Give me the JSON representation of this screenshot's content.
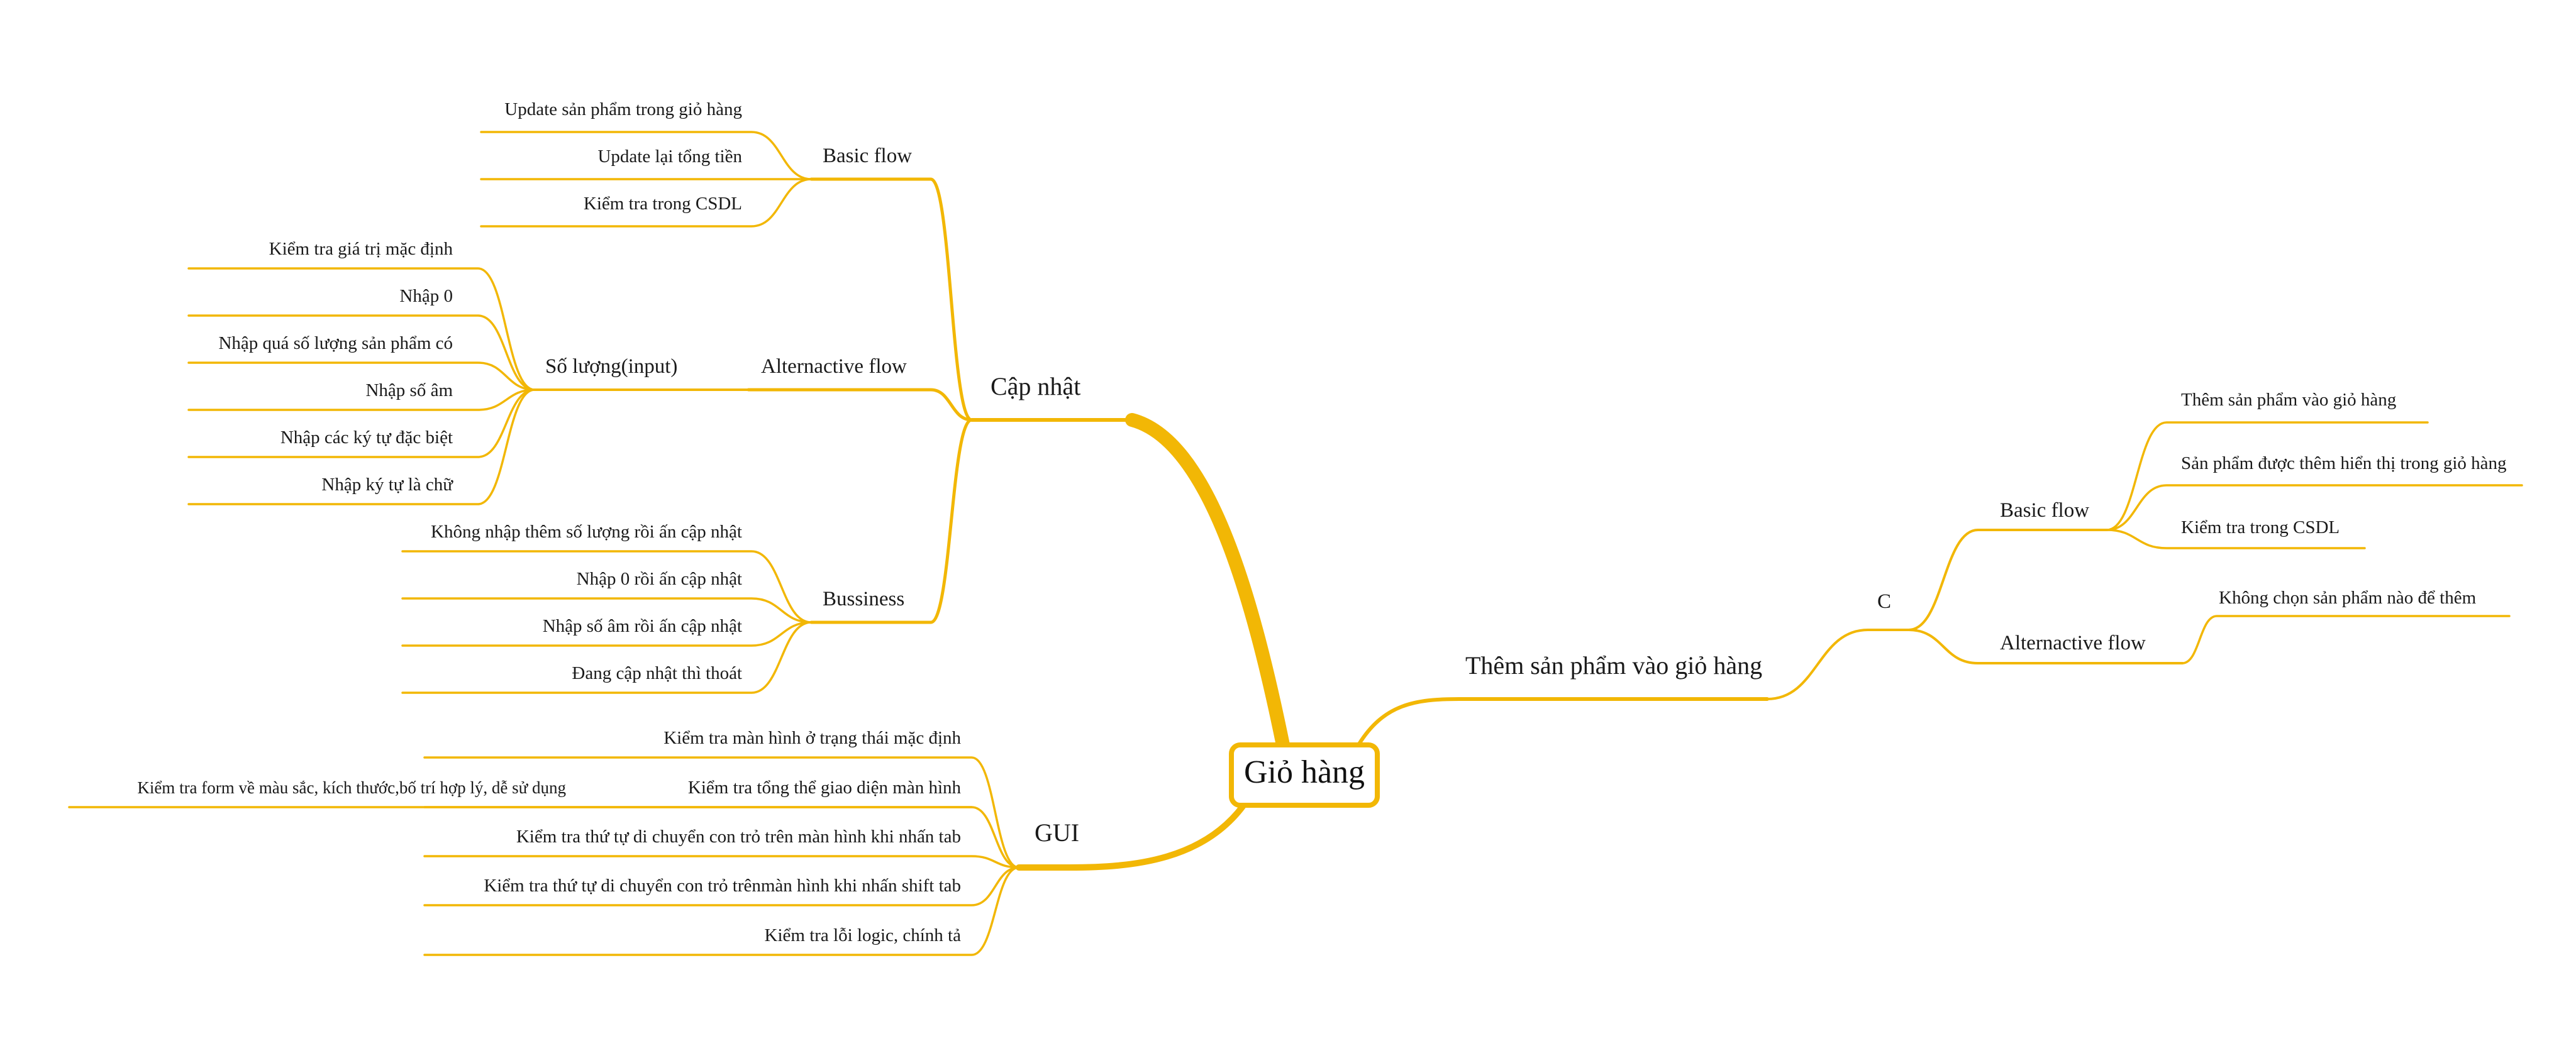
{
  "accent_color": "#f2b705",
  "root": {
    "label": "Giỏ hàng"
  },
  "branches": {
    "cap_nhat": {
      "label": "Cập nhật",
      "basic_flow": {
        "label": "Basic flow",
        "items": [
          "Update sản phẩm trong giỏ hàng",
          "Update lại tổng tiền",
          "Kiểm tra trong CSDL"
        ]
      },
      "alternative_flow": {
        "label": "Alternactive flow",
        "so_luong": {
          "label": "Số lượng(input)",
          "items": [
            "Kiểm tra giá trị mặc định",
            "Nhập 0",
            "Nhập quá số lượng sản phẩm có",
            "Nhập số âm",
            "Nhập các ký tự đặc biệt",
            "Nhập ký tự là chữ"
          ]
        }
      },
      "bussiness": {
        "label": "Bussiness",
        "items": [
          "Không nhập thêm số lượng rồi ấn cập nhật",
          "Nhập 0 rồi ấn cập nhật",
          "Nhập số âm rồi ấn cập nhật",
          "Đang cập nhật thì thoát"
        ]
      }
    },
    "gui": {
      "label": "GUI",
      "items": [
        "Kiểm tra màn hình ở trạng thái mặc định",
        "Kiểm tra tổng thể giao diện màn hình",
        "Kiểm tra thứ tự di chuyển con trỏ trên màn hình khi nhấn tab",
        "Kiểm tra thứ tự di chuyển con trỏ trênmàn hình khi nhấn shift tab",
        "Kiểm tra lỗi logic, chính tả"
      ],
      "form_check": "Kiểm tra form về màu sắc, kích thước,bố trí hợp lý, dễ sử dụng"
    },
    "them_san_pham": {
      "label": "Thêm sản phẩm vào giỏ hàng",
      "c": {
        "label": "C",
        "basic_flow": {
          "label": "Basic flow",
          "items": [
            "Thêm sản phẩm vào giỏ hàng",
            "Sản phẩm được thêm hiển thị trong giỏ hàng",
            "Kiểm tra trong CSDL"
          ]
        },
        "alternative_flow": {
          "label": "Alternactive flow",
          "items": [
            "Không chọn sản phẩm nào để thêm"
          ]
        }
      }
    }
  }
}
